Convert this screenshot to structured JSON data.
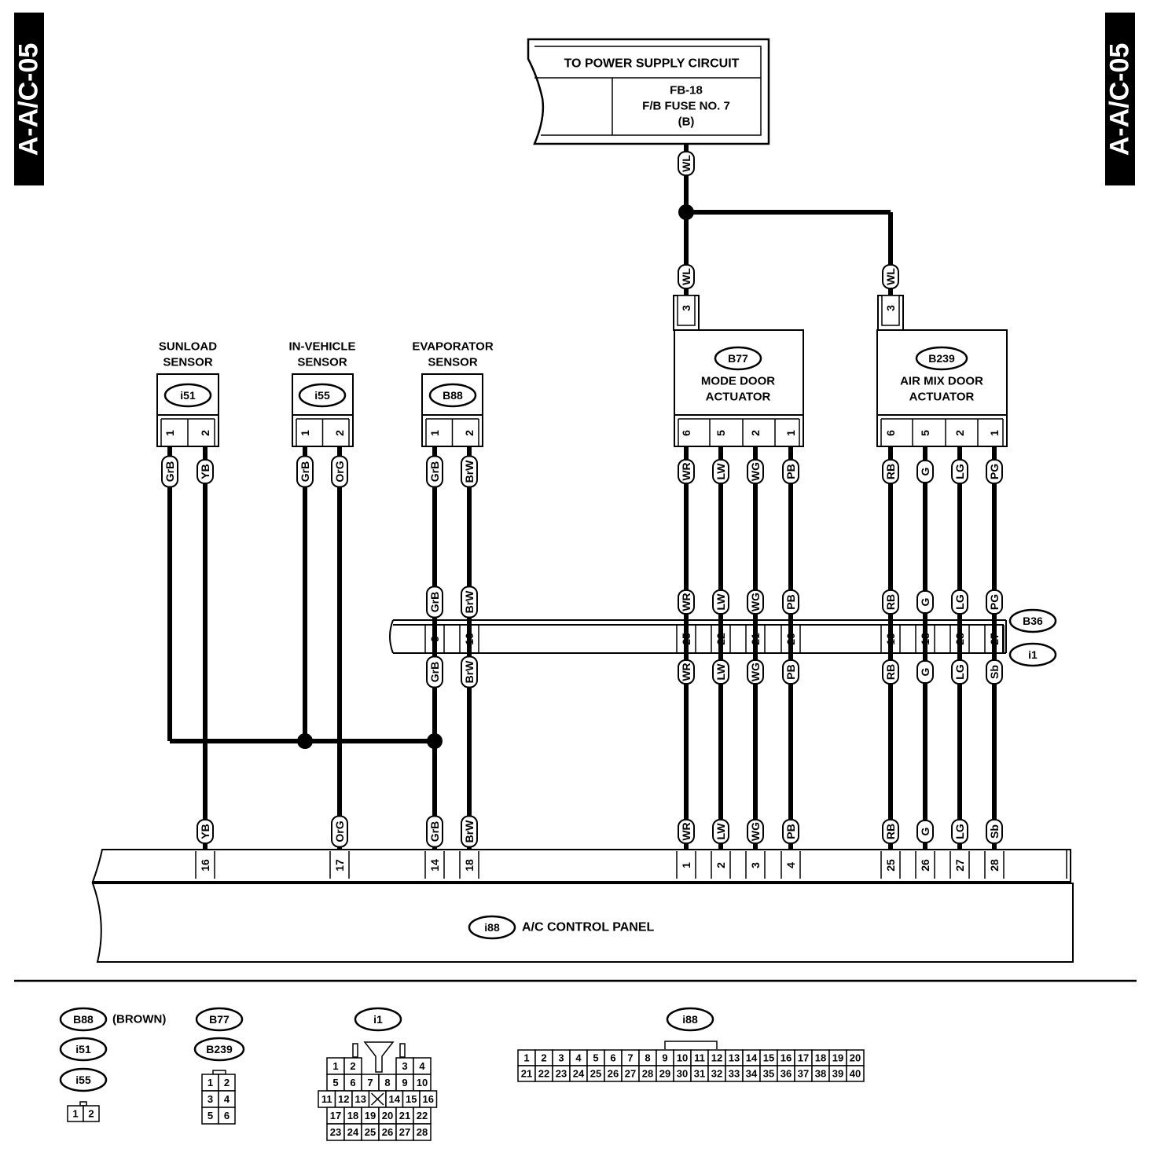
{
  "page_tag": "A-A/C-05",
  "power_supply": {
    "title": "TO POWER SUPPLY CIRCUIT",
    "fuse_lines": [
      "FB-18",
      "F/B FUSE NO. 7",
      "(B)"
    ],
    "wire": "WL"
  },
  "sensors": [
    {
      "name_lines": [
        "SUNLOAD",
        "SENSOR"
      ],
      "connector": "i51",
      "pins": [
        {
          "num": "1",
          "wire": "GrB",
          "ctrl_pin": null
        },
        {
          "num": "2",
          "wire": "YB",
          "ctrl_pin": "16"
        }
      ]
    },
    {
      "name_lines": [
        "IN-VEHICLE",
        "SENSOR"
      ],
      "connector": "i55",
      "pins": [
        {
          "num": "1",
          "wire": "GrB",
          "ctrl_pin": null
        },
        {
          "num": "2",
          "wire": "OrG",
          "ctrl_pin": "17"
        }
      ]
    },
    {
      "name_lines": [
        "EVAPORATOR",
        "SENSOR"
      ],
      "connector": "B88",
      "pins": [
        {
          "num": "1",
          "wire": "GrB",
          "b36_wire": "GrB",
          "joint_pin": "9",
          "i1_wire": "GrB",
          "ctrl_pin": "14"
        },
        {
          "num": "2",
          "wire": "BrW",
          "b36_wire": "BrW",
          "joint_pin": "10",
          "i1_wire": "BrW",
          "ctrl_pin": "18"
        }
      ]
    }
  ],
  "actuators": [
    {
      "connector": "B77",
      "name_lines": [
        "MODE DOOR",
        "ACTUATOR"
      ],
      "power_pin": "3",
      "power_wire": "WL",
      "pins": [
        {
          "num": "6",
          "wire": "WR",
          "b36_wire": "WR",
          "joint_pin": "25",
          "i1_wire": "WR",
          "ctrl_wire": "WR",
          "ctrl_pin": "1"
        },
        {
          "num": "5",
          "wire": "LW",
          "b36_wire": "LW",
          "joint_pin": "22",
          "i1_wire": "LW",
          "ctrl_wire": "LW",
          "ctrl_pin": "2"
        },
        {
          "num": "2",
          "wire": "WG",
          "b36_wire": "WG",
          "joint_pin": "21",
          "i1_wire": "WG",
          "ctrl_wire": "WG",
          "ctrl_pin": "3"
        },
        {
          "num": "1",
          "wire": "PB",
          "b36_wire": "PB",
          "joint_pin": "20",
          "i1_wire": "PB",
          "ctrl_wire": "PB",
          "ctrl_pin": "4"
        }
      ]
    },
    {
      "connector": "B239",
      "name_lines": [
        "AIR MIX DOOR",
        "ACTUATOR"
      ],
      "power_pin": "3",
      "power_wire": "WL",
      "pins": [
        {
          "num": "6",
          "wire": "RB",
          "b36_wire": "RB",
          "joint_pin": "19",
          "i1_wire": "RB",
          "ctrl_wire": "RB",
          "ctrl_pin": "25"
        },
        {
          "num": "5",
          "wire": "G",
          "b36_wire": "G",
          "joint_pin": "18",
          "i1_wire": "G",
          "ctrl_wire": "G",
          "ctrl_pin": "26"
        },
        {
          "num": "2",
          "wire": "LG",
          "b36_wire": "LG",
          "joint_pin": "28",
          "i1_wire": "LG",
          "ctrl_wire": "LG",
          "ctrl_pin": "27"
        },
        {
          "num": "1",
          "wire": "PG",
          "b36_wire": "PG",
          "joint_pin": "27",
          "i1_wire": "Sb",
          "ctrl_wire": "Sb",
          "ctrl_pin": "28"
        }
      ]
    }
  ],
  "joint_connectors": {
    "upper": "B36",
    "lower": "i1"
  },
  "control_panel": {
    "connector": "i88",
    "name": "A/C CONTROL PANEL",
    "wires_16_17": [
      "YB",
      "OrG"
    ]
  },
  "legend": {
    "group1": {
      "connectors": [
        "B88",
        "i51",
        "i55"
      ],
      "note": "(BROWN)",
      "pins": [
        "1",
        "2"
      ]
    },
    "group2": {
      "connectors": [
        "B77",
        "B239"
      ],
      "pins": [
        "1",
        "2",
        "3",
        "4",
        "5",
        "6"
      ]
    },
    "i1": {
      "connector": "i1",
      "rows": [
        [
          "1",
          "2",
          "",
          "",
          "3",
          "4"
        ],
        [
          "5",
          "6",
          "7",
          "8",
          "9",
          "10"
        ],
        [
          "11",
          "12",
          "13",
          "",
          "14",
          "15",
          "16"
        ],
        [
          "17",
          "18",
          "19",
          "20",
          "21",
          "22"
        ],
        [
          "23",
          "24",
          "25",
          "26",
          "27",
          "28"
        ]
      ]
    },
    "i88": {
      "connector": "i88",
      "row1": [
        "1",
        "2",
        "3",
        "4",
        "5",
        "6",
        "7",
        "8",
        "9",
        "10",
        "11",
        "12",
        "13",
        "14",
        "15",
        "16",
        "17",
        "18",
        "19",
        "20"
      ],
      "row2": [
        "21",
        "22",
        "23",
        "24",
        "25",
        "26",
        "27",
        "28",
        "29",
        "30",
        "31",
        "32",
        "33",
        "34",
        "35",
        "36",
        "37",
        "38",
        "39",
        "40"
      ]
    }
  }
}
